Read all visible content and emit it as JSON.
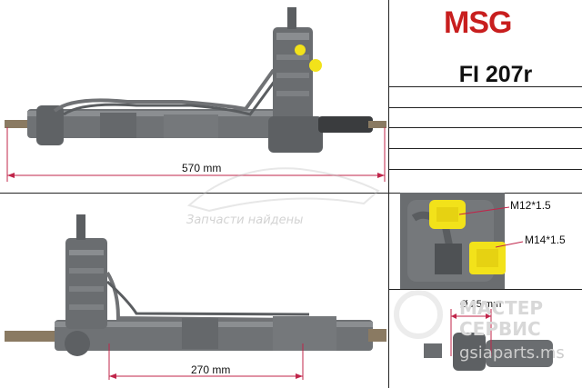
{
  "brand": {
    "logo_text": "MSG",
    "logo_color": "#c81e1e"
  },
  "product": {
    "code": "FI 207r"
  },
  "dimensions": {
    "top_length": "570 mm",
    "bottom_length": "270 mm",
    "thread_1": "M12*1.5",
    "thread_2": "M14*1.5",
    "diameter": "Ø 25 mm"
  },
  "watermarks": {
    "autodoc": "Запчасти найдены",
    "master_line1": "МАСТЕР",
    "master_line2": "СЕРВИС",
    "site": "gsiaparts.ms"
  },
  "colors": {
    "rack_body": "#6f7275",
    "fitting_yellow": "#f2e21a",
    "dim_line": "#c0254a"
  }
}
